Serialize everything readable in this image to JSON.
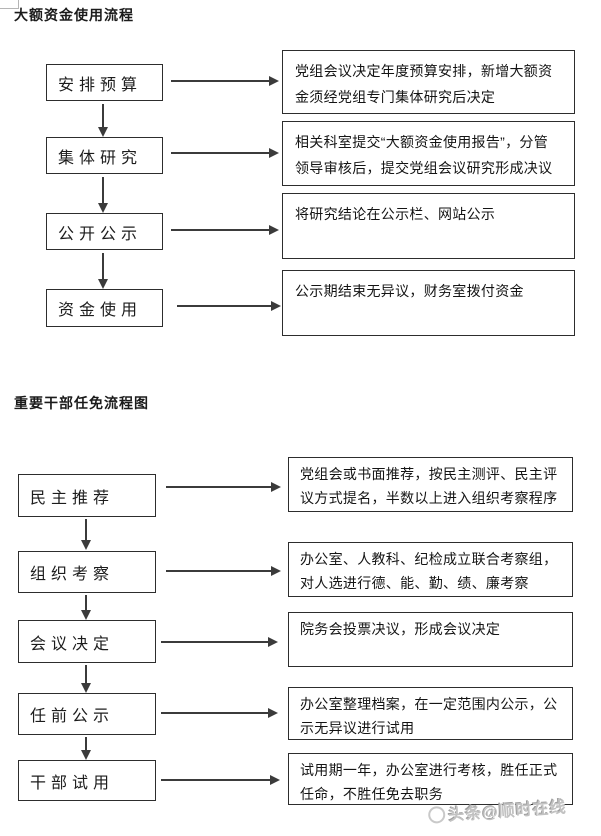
{
  "flow1": {
    "title": "大额资金使用流程",
    "steps": [
      {
        "label": "安排预算",
        "detail": "党组会议决定年度预算安排，新增大额资金须经党组专门集体研究后决定"
      },
      {
        "label": "集体研究",
        "detail": "相关科室提交“大额资金使用报告”，分管领导审核后，提交党组会议研究形成决议"
      },
      {
        "label": "公开公示",
        "detail": "将研究结论在公示栏、网站公示"
      },
      {
        "label": "资金使用",
        "detail": "公示期结束无异议，财务室拨付资金"
      }
    ]
  },
  "flow2": {
    "title": "重要干部任免流程图",
    "steps": [
      {
        "label": "民主推荐",
        "detail": "党组会或书面推荐，按民主测评、民主评议方式提名，半数以上进入组织考察程序"
      },
      {
        "label": "组织考察",
        "detail": "办公室、人教科、纪检成立联合考察组，对人选进行德、能、勤、绩、廉考察"
      },
      {
        "label": "会议决定",
        "detail": "院务会投票决议，形成会议决定"
      },
      {
        "label": "任前公示",
        "detail": "办公室整理档案，在一定范围内公示，公示无异议进行试用"
      },
      {
        "label": "干部试用",
        "detail": "试用期一年，办公室进行考核，胜任正式任命，不胜任免去职务"
      }
    ]
  },
  "watermark": {
    "text": "头条@顺时在线"
  },
  "colors": {
    "line": "#3b3b3b",
    "text": "#141414",
    "background": "#ffffff",
    "watermark": "#c2c2c2"
  }
}
